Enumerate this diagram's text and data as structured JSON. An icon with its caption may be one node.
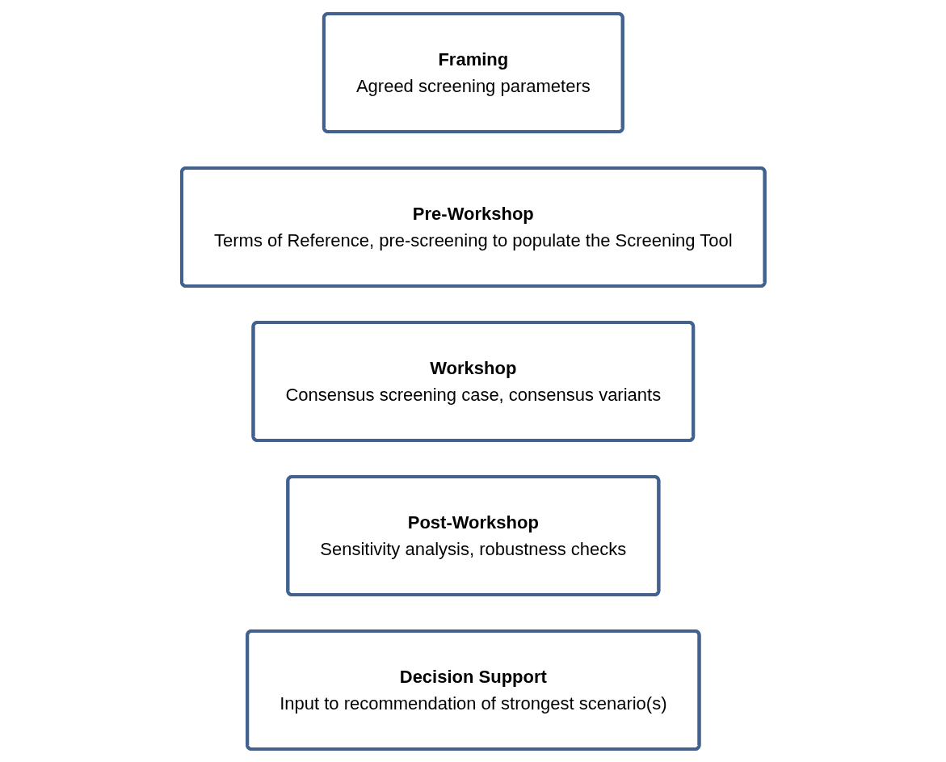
{
  "diagram": {
    "nodes": [
      {
        "text": [
          "Framing",
          "Agreed screening parameters"
        ]
      },
      {
        "text": [
          "Pre-Workshop",
          "Terms of Reference, pre-screening to populate the Screening Tool"
        ]
      },
      {
        "text": [
          "Workshop",
          "Consensus screening case, consensus variants"
        ]
      },
      {
        "text": [
          "Post-Workshop",
          "Sensitivity analysis, robustness checks"
        ]
      },
      {
        "text": [
          "Decision Support",
          "Input to recommendation of strongest scenario(s)"
        ]
      }
    ]
  }
}
